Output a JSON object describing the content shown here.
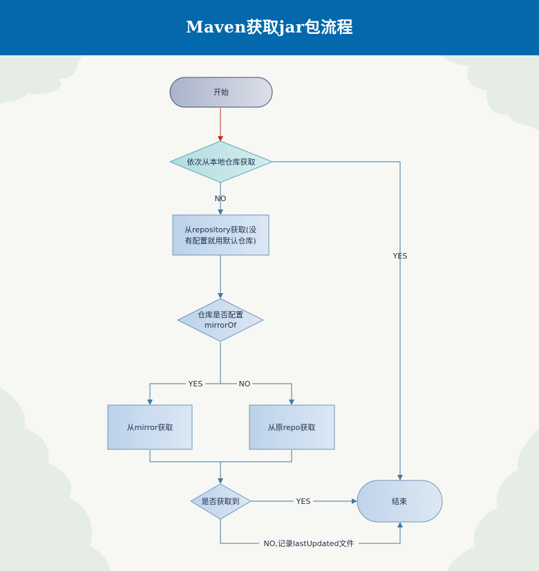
{
  "header": {
    "title": "Maven获取jar包流程"
  },
  "nodes": {
    "start": "开始",
    "local_repo": "依次从本地仓库获取",
    "from_repository_line1": "从repository获取(没",
    "from_repository_line2": "有配置就用默认仓库)",
    "mirror_check_line1": "仓库是否配置",
    "mirror_check_line2": "mirrorOf",
    "from_mirror": "从mirror获取",
    "from_origin": "从原repo获取",
    "fetched_check": "是否获取到",
    "end": "结束"
  },
  "edges": {
    "local_no": "NO",
    "local_yes": "YES",
    "mirror_yes": "YES",
    "mirror_no": "NO",
    "fetched_yes": "YES",
    "fetched_no": "NO,记录lastUpdated文件"
  },
  "colors": {
    "header": "#0468ad",
    "background": "#f7f8f3",
    "leaf": "#e6ede6",
    "start_fill": "#c4c8d8",
    "diamond_fill": "#bfe1e6",
    "box_fill": "#c9dbee",
    "line": "#3f78a5",
    "start_arrow": "#c0302c"
  }
}
